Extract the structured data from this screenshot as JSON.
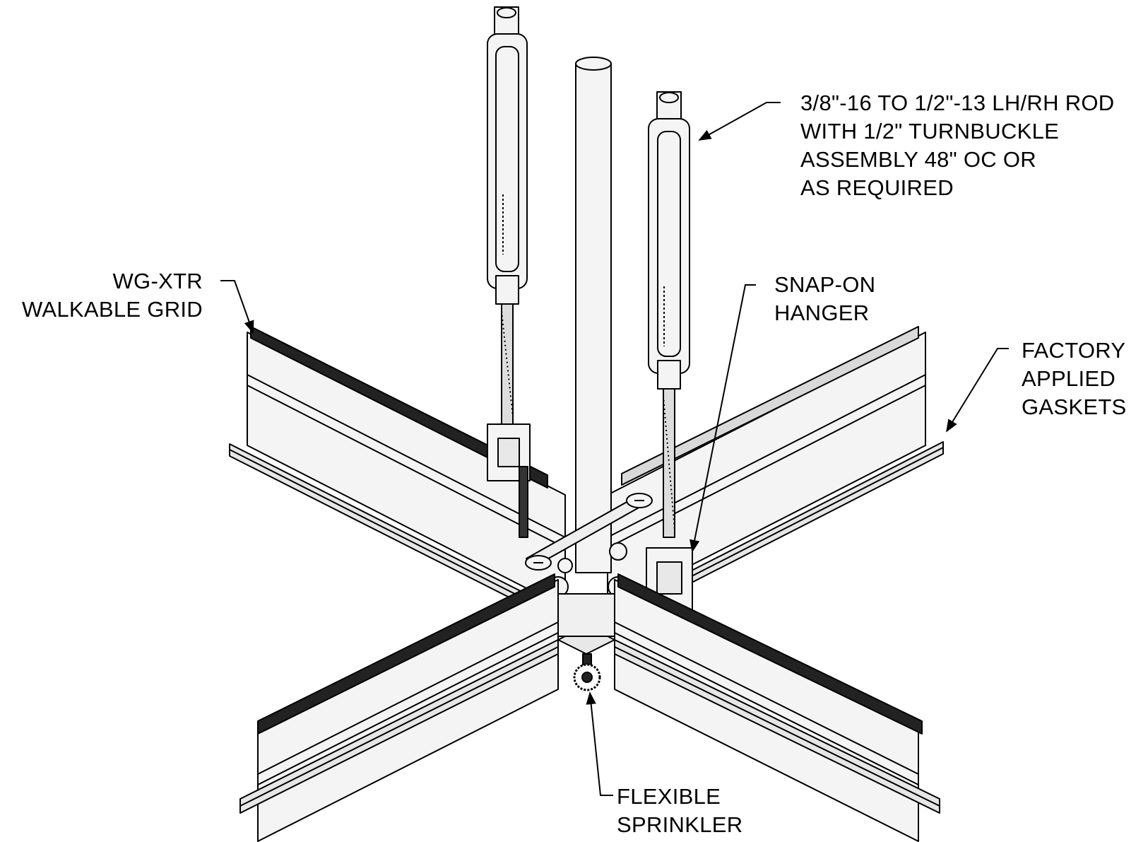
{
  "callouts": {
    "rod": {
      "lines": [
        "3/8\"-16 TO 1/2\"-13 LH/RH ROD",
        "WITH 1/2\" TURNBUCKLE",
        "ASSEMBLY 48\" OC OR",
        "AS REQUIRED"
      ]
    },
    "grid": {
      "lines": [
        "WG-XTR",
        "WALKABLE GRID"
      ]
    },
    "hanger": {
      "lines": [
        "SNAP-ON",
        "HANGER"
      ]
    },
    "gaskets": {
      "lines": [
        "FACTORY",
        "APPLIED",
        "GASKETS"
      ]
    },
    "sprinkler": {
      "lines": [
        "FLEXIBLE",
        "SPRINKLER"
      ]
    }
  },
  "colors": {
    "line": "#000000",
    "fill": "#f4f4f4",
    "shade": "#d9d9d9",
    "background": "#ffffff"
  }
}
